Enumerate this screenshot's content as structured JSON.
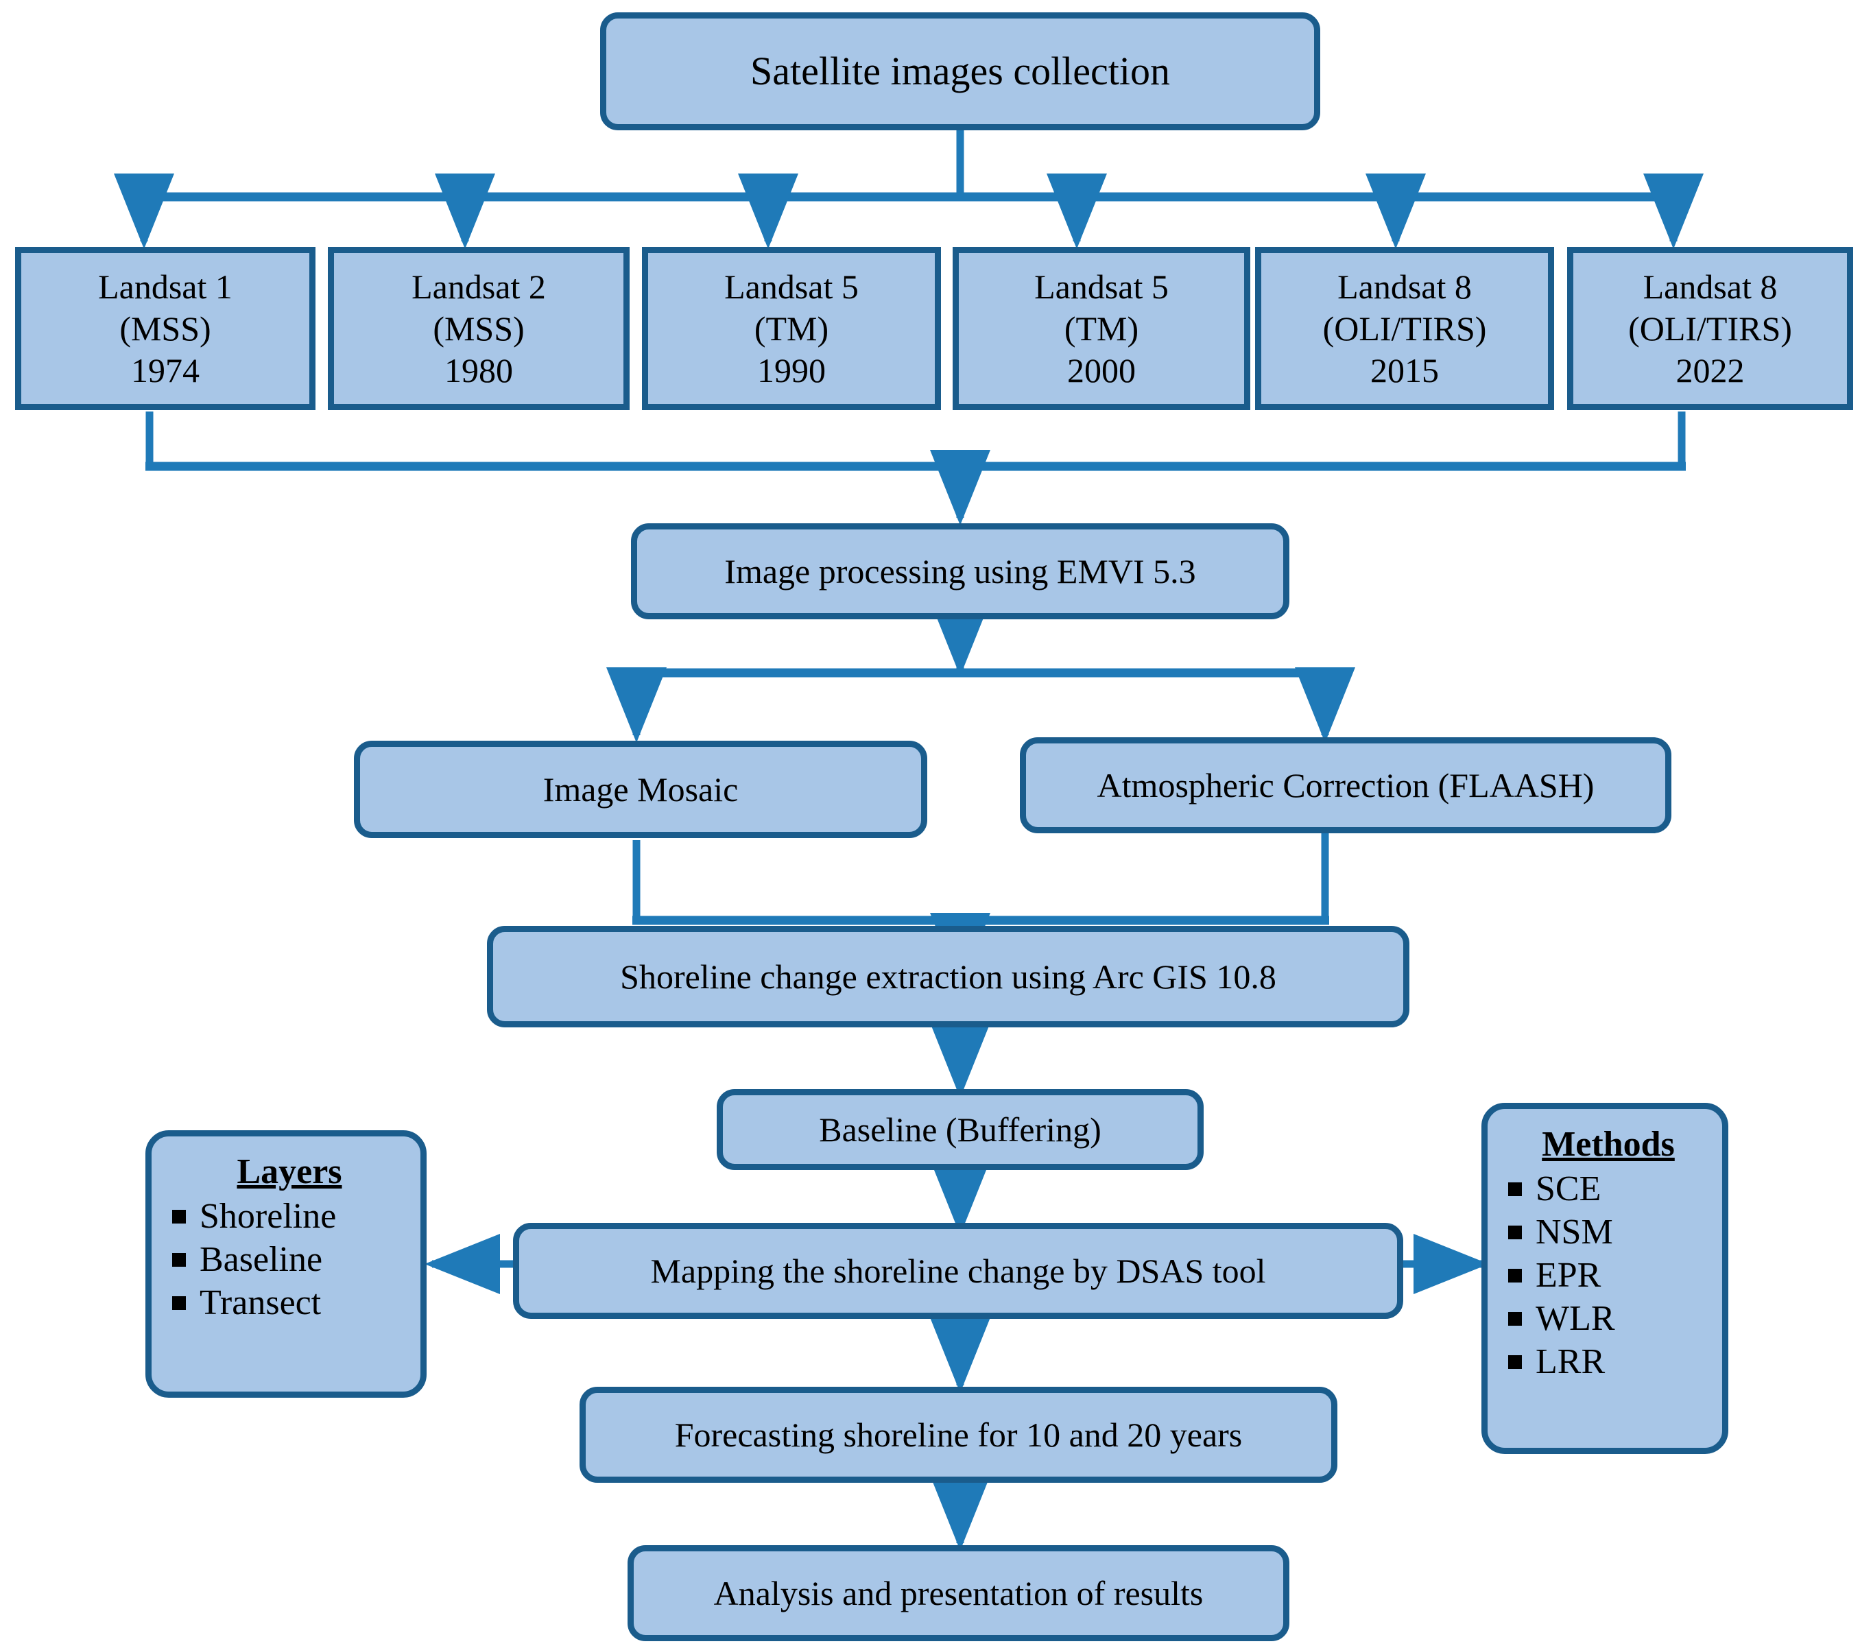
{
  "diagram": {
    "title": "Shoreline change analysis methodology flowchart",
    "colors": {
      "node_fill": "#a8c6e7",
      "node_border": "#1a5c8c",
      "connector": "#1f7ab8",
      "text": "#000000"
    }
  },
  "nodes": {
    "collection": "Satellite images collection",
    "processing": "Image processing using EMVI 5.3",
    "mosaic": "Image Mosaic",
    "atmospheric": "Atmospheric Correction (FLAASH)",
    "extraction": "Shoreline change extraction using Arc GIS 10.8",
    "baseline": "Baseline (Buffering)",
    "mapping": "Mapping the shoreline change by DSAS tool",
    "forecasting": "Forecasting shoreline for 10 and 20 years",
    "analysis": "Analysis and presentation of results"
  },
  "satellites": [
    {
      "name": "Landsat 1",
      "sensor": "(MSS)",
      "year": "1974"
    },
    {
      "name": "Landsat 2",
      "sensor": "(MSS)",
      "year": "1980"
    },
    {
      "name": "Landsat 5",
      "sensor": "(TM)",
      "year": "1990"
    },
    {
      "name": "Landsat 5",
      "sensor": "(TM)",
      "year": "2000"
    },
    {
      "name": "Landsat 8",
      "sensor": "(OLI/TIRS)",
      "year": "2015"
    },
    {
      "name": "Landsat 8",
      "sensor": "(OLI/TIRS)",
      "year": "2022"
    }
  ],
  "layers_panel": {
    "title": "Layers",
    "items": [
      "Shoreline",
      "Baseline",
      "Transect"
    ]
  },
  "methods_panel": {
    "title": "Methods",
    "items": [
      "SCE",
      "NSM",
      "EPR",
      "WLR",
      "LRR"
    ]
  }
}
